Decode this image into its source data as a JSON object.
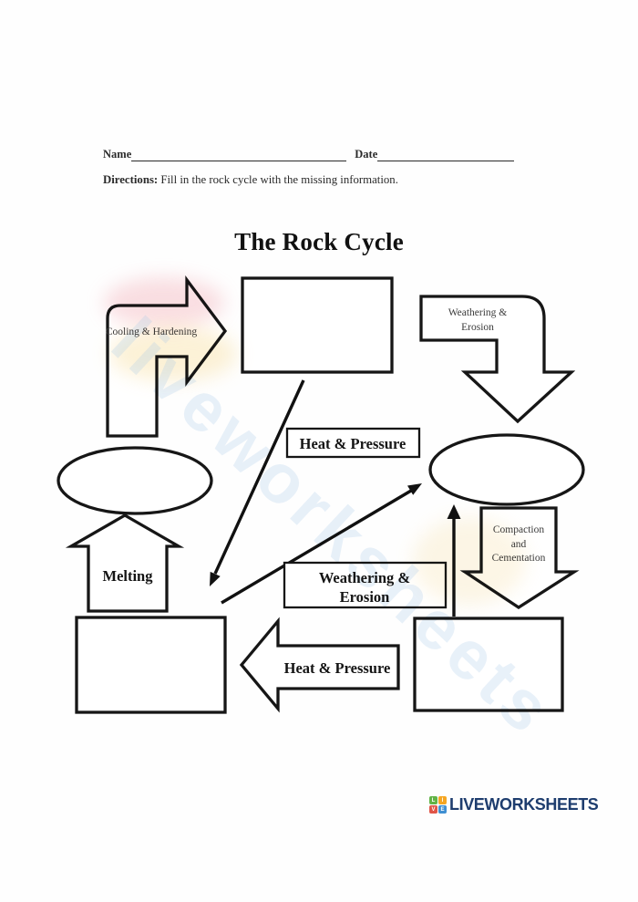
{
  "header": {
    "name_label": "Name",
    "date_label": "Date",
    "directions_label": "Directions:",
    "directions_text": " Fill in the rock cycle with the missing information."
  },
  "title": "The Rock Cycle",
  "diagram": {
    "cooling_arrow_label": "Cooling & Hardening",
    "weathering_top_arrow": {
      "line1": "Weathering &",
      "line2": "Erosion"
    },
    "heat_pressure_box_label": "Heat & Pressure",
    "melting_arrow_label": "Melting",
    "compaction_arrow": {
      "line1": "Compaction",
      "line2": "and",
      "line3": "Cementation"
    },
    "weathering_box": {
      "line1": "Weathering &",
      "line2": "Erosion"
    },
    "heat_pressure_arrow_label": "Heat & Pressure"
  },
  "watermark_text": "liveworksheets",
  "footer": {
    "logo_text": "LIVEWORKSHEETS",
    "logo_tiles": [
      {
        "letter": "L",
        "color": "#61b346"
      },
      {
        "letter": "I",
        "color": "#f5a623"
      },
      {
        "letter": "V",
        "color": "#e05548"
      },
      {
        "letter": "E",
        "color": "#3f8fd2"
      }
    ]
  },
  "colors": {
    "line": "#161616",
    "logo_navy": "#1e3d6e",
    "watermark_blue": "#a8c8e8",
    "watermark_pink": "#f2aab4",
    "watermark_yellow": "#f7d98c"
  }
}
